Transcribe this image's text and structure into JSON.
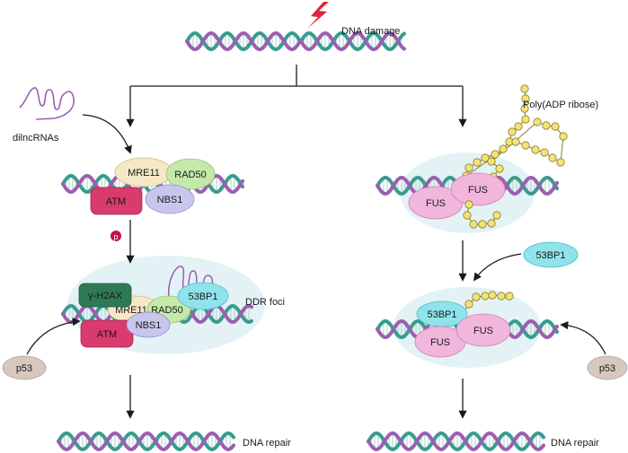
{
  "labels": {
    "dna_damage": "DNA damage",
    "dilncrnas": "dilncRNAs",
    "poly_adp_ribose": "Poly(ADP ribose)",
    "ddr_foci": "DDR foci",
    "dna_repair_left": "DNA repair",
    "dna_repair_right": "DNA repair",
    "phospho": "p"
  },
  "proteins": {
    "mre11": "MRE11",
    "rad50": "RAD50",
    "atm": "ATM",
    "nbs1": "NBS1",
    "gh2ax": "γ-H2AX",
    "bp53": "53BP1",
    "fus": "FUS",
    "p53": "p53"
  },
  "colors": {
    "strand_purple": "#9b5fb0",
    "strand_teal": "#3a9b8f",
    "rung": "#b7d9d0",
    "bubble": "#e3f2f5",
    "arrow": "#1a1a1a",
    "mre11": "#f6e8c6",
    "rad50": "#c5e9a9",
    "atm": "#d93b6d",
    "nbs1": "#c9c6ee",
    "gh2ax": "#2e7a57",
    "bp53": "#8fe3ea",
    "fus": "#f1b6dc",
    "p53": "#d7c7bf",
    "par_bead": "#f2e27a",
    "lightning": "#e0263c",
    "phospho": "#c0124c"
  }
}
